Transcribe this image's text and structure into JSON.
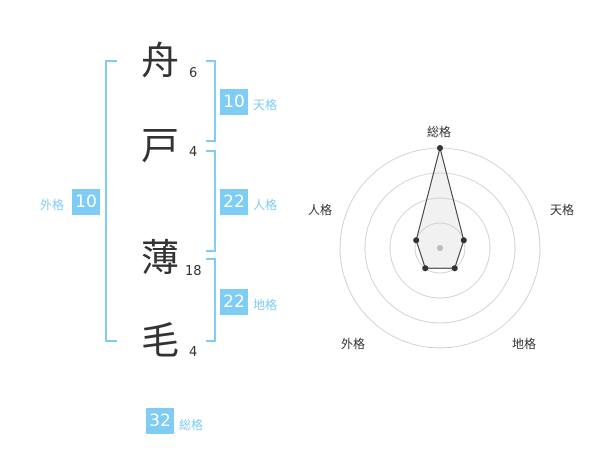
{
  "name": {
    "chars": [
      {
        "char": "舟",
        "strokes": "6"
      },
      {
        "char": "戸",
        "strokes": "4"
      },
      {
        "char": "薄",
        "strokes": "18"
      },
      {
        "char": "毛",
        "strokes": "4"
      }
    ]
  },
  "fortune": {
    "tenkaku": {
      "label": "天格",
      "value": "10"
    },
    "jinkaku": {
      "label": "人格",
      "value": "22"
    },
    "chikaku": {
      "label": "地格",
      "value": "22"
    },
    "gaikaku": {
      "label": "外格",
      "value": "10"
    },
    "soukaku": {
      "label": "総格",
      "value": "32"
    }
  },
  "colors": {
    "accent": "#7fccf5",
    "text": "#333333",
    "grid": "#cccccc",
    "marker": "#333333",
    "center": "#bbbbbb"
  },
  "chart_data": {
    "type": "radar",
    "axes": [
      "総格",
      "天格",
      "地格",
      "外格",
      "人格"
    ],
    "levels": 4,
    "rmax": 4,
    "values": [
      4,
      1,
      1,
      1,
      1
    ]
  }
}
